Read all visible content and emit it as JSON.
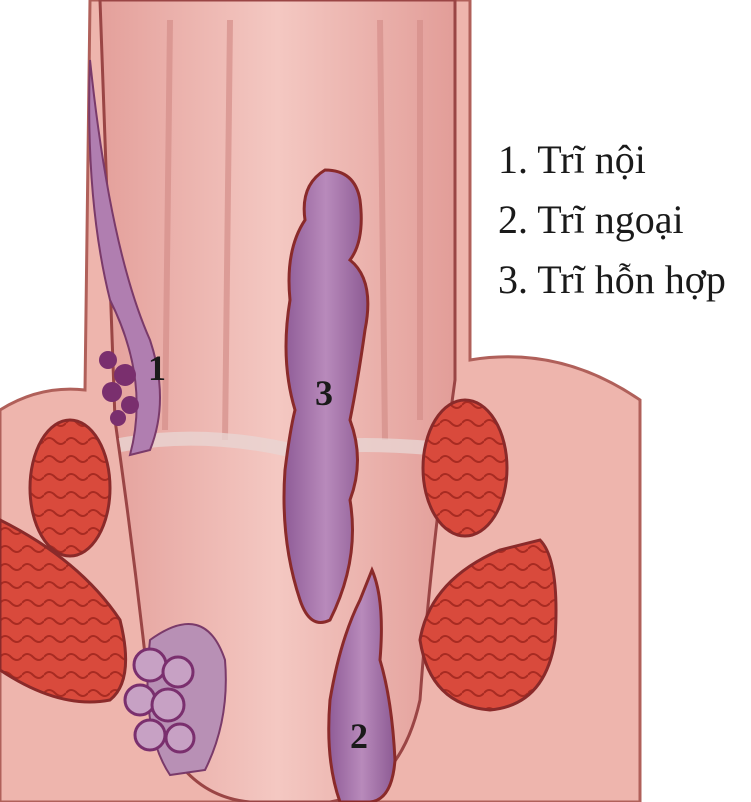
{
  "legend": {
    "items": [
      "1. Trĩ nội",
      "2. Trĩ ngoại",
      "3. Trĩ hỗn hợp"
    ]
  },
  "markers": {
    "internal": "1",
    "external": "2",
    "mixed": "3"
  },
  "colors": {
    "tissue": "#e9a9a3",
    "canal": "#f2c3bd",
    "muscle": "#d9473b",
    "hemorrhoid": "#a471a6",
    "vessel": "#7a2f6e",
    "outline": "#8a2a2a"
  }
}
